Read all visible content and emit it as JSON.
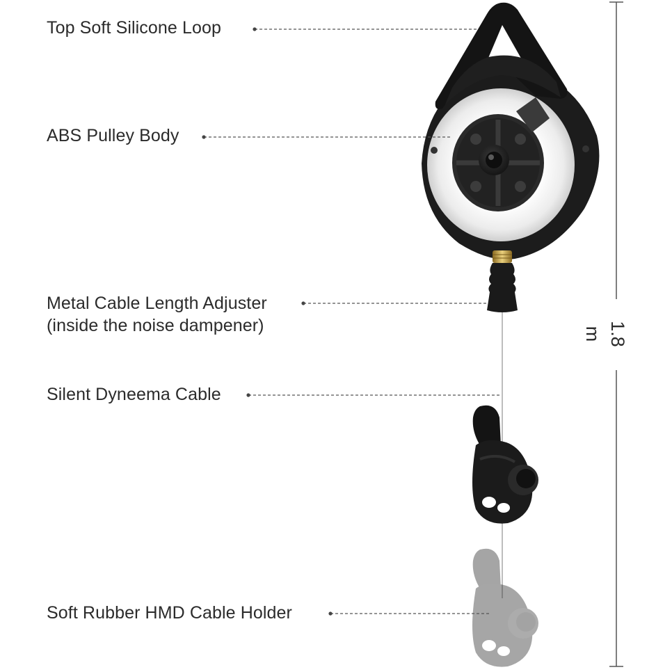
{
  "callouts": [
    {
      "id": "loop",
      "lines": [
        "Top Soft Silicone Loop"
      ]
    },
    {
      "id": "body",
      "lines": [
        "ABS Pulley Body"
      ]
    },
    {
      "id": "adjuster",
      "lines": [
        "Metal Cable Length Adjuster",
        "(inside the noise dampener)"
      ]
    },
    {
      "id": "cable",
      "lines": [
        "Silent Dyneema Cable"
      ]
    },
    {
      "id": "holder",
      "lines": [
        "Soft Rubber HMD Cable Holder"
      ]
    }
  ],
  "dimension": {
    "label": "1.8 m"
  },
  "colors": {
    "plastic": "#161616",
    "rubber": "#1a1a1a",
    "ring": "#f4f4f4",
    "brass": "#c8a24a",
    "cable": "#b9b9b9",
    "ghost": "#b8b8b8",
    "leader": "#555555",
    "text": "#2b2b2b"
  }
}
